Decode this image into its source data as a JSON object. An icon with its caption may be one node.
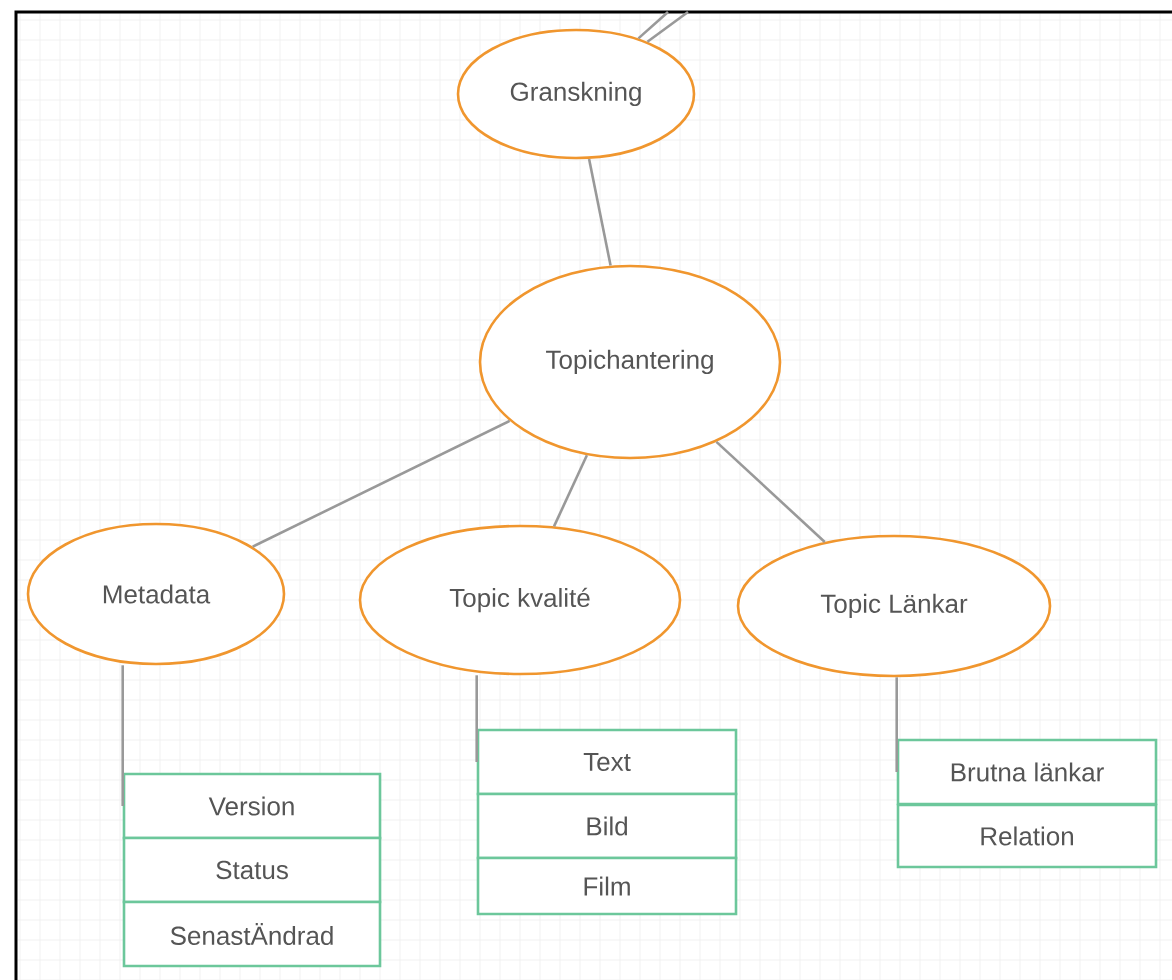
{
  "diagram": {
    "nodes": [
      {
        "text": [
          "Granskning"
        ]
      },
      {
        "text": [
          "Topichantering"
        ]
      },
      {
        "text": [
          "Metadata"
        ]
      },
      {
        "text": [
          "Topic kvalité"
        ]
      },
      {
        "text": [
          "Topic Länkar"
        ]
      },
      {
        "text": [
          "Version"
        ]
      },
      {
        "text": [
          "Status"
        ]
      },
      {
        "text": [
          "SenastÄndrad"
        ]
      },
      {
        "text": [
          "Text"
        ]
      },
      {
        "text": [
          "Bild"
        ]
      },
      {
        "text": [
          "Film"
        ]
      },
      {
        "text": [
          "Brutna länkar"
        ]
      },
      {
        "text": [
          "Relation"
        ]
      }
    ],
    "edges": [
      {
        "from": null,
        "to": 0,
        "arrow": "none"
      },
      {
        "from": null,
        "to": 0,
        "arrow": "none"
      },
      {
        "from": 0,
        "to": 1,
        "arrow": "none"
      },
      {
        "from": 1,
        "to": 2,
        "arrow": "none"
      },
      {
        "from": 1,
        "to": 3,
        "arrow": "none"
      },
      {
        "from": 1,
        "to": 4,
        "arrow": "none"
      },
      {
        "from": 2,
        "to": 5,
        "arrow": "none"
      },
      {
        "from": 3,
        "to": 8,
        "arrow": "none"
      },
      {
        "from": 4,
        "to": 11,
        "arrow": "none"
      }
    ]
  }
}
